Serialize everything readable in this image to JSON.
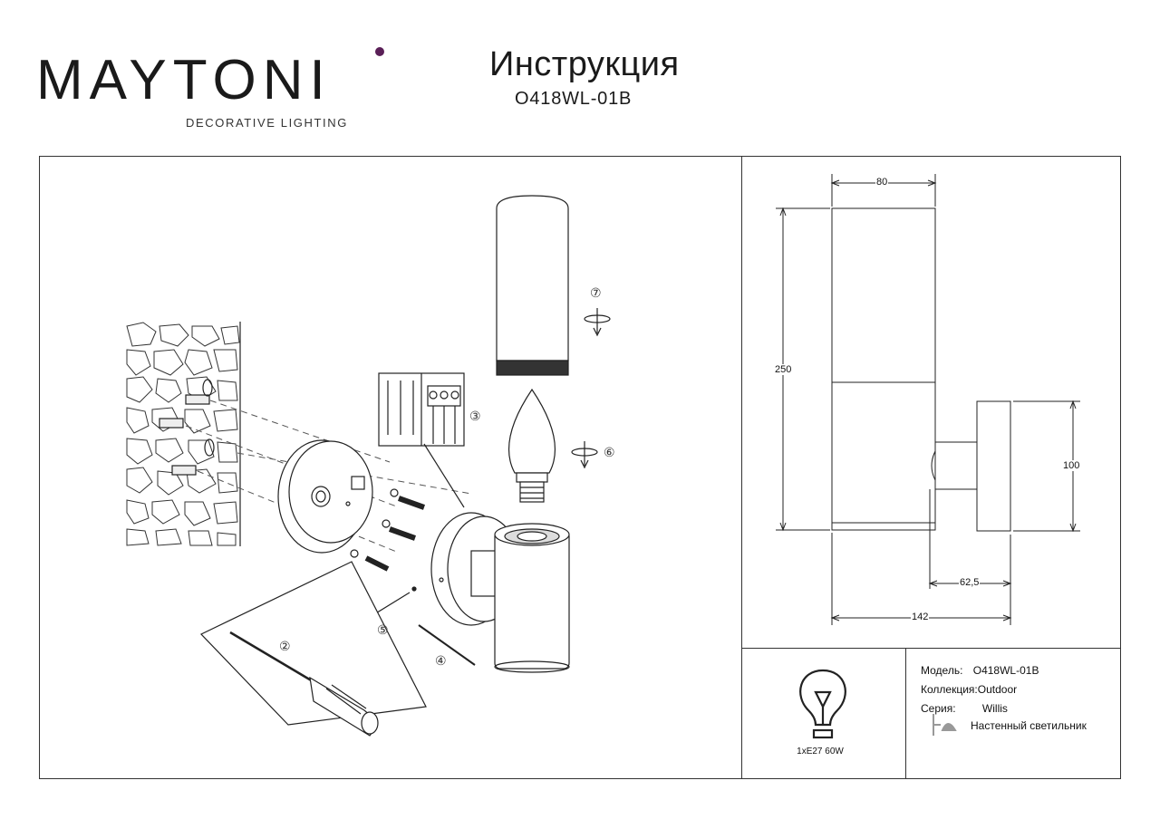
{
  "header": {
    "brand": "MAYTONI",
    "brand_sub": "DECORATIVE LIGHTING",
    "title": "Инструкция",
    "model_code": "O418WL-01B"
  },
  "diagram": {
    "steps": [
      "②",
      "③",
      "④",
      "⑤",
      "⑥",
      "⑦"
    ]
  },
  "dimensions": {
    "width_top": "80",
    "height_total": "250",
    "base_height": "100",
    "projection": "62,5",
    "depth_total": "142"
  },
  "info": {
    "bulb": "1xE27 60W",
    "model_label": "Модель:",
    "model_value": "O418WL-01B",
    "collection_label": "Коллекция:",
    "collection_value": "Outdoor",
    "series_label": "Серия:",
    "series_value": "Willis",
    "type_value": "Настенный светильник"
  }
}
